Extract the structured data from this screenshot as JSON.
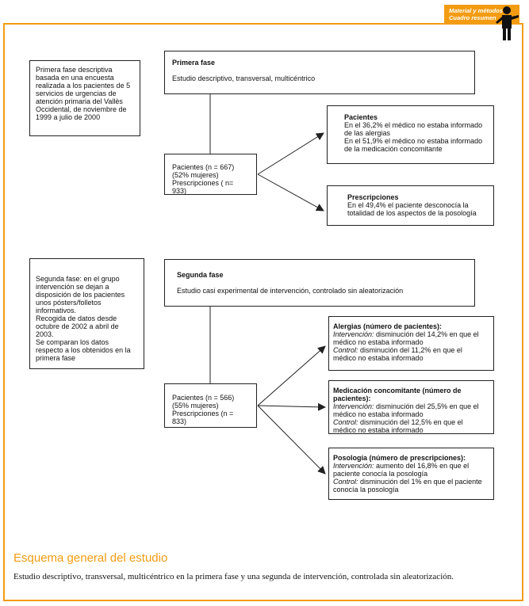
{
  "header": {
    "tag_line1": "Material y métodos",
    "tag_line2": "Cuadro resumen",
    "person_icon": "standing-man-icon"
  },
  "phase1": {
    "context": "Primera fase descriptiva basada en una encuesta realizada a los pacientes de 5 servicios de urgencias de atención primaria del Vallès Occidental, de noviembre de 1999 a julio de 2000",
    "title": "Primera fase",
    "subtitle": "Estudio descriptivo, transversal, multicéntrico",
    "sample_line1": "Pacientes (n = 667)",
    "sample_line2": "(52% mujeres)",
    "sample_line3": "Prescripciones ( n= 933)",
    "pacientes_title": "Pacientes",
    "pacientes_line1": "En el 36,2% el médico no estaba informado de las alergias",
    "pacientes_line2": "En el 51,9% el médico no estaba informado de la medicación concomitante",
    "prescripciones_title": "Prescripciones",
    "prescripciones_line1": "En el 49,4% el paciente desconocía la totalidad de los aspectos de la posología"
  },
  "phase2": {
    "context_line1": "Segunda fase: en el grupo intervención se dejan a disposición de los pacientes unos pósters/folletos informativos.",
    "context_line2": "Recogida de datos desde octubre de 2002 a abril de 2003.",
    "context_line3": "Se comparan los datos respecto a los obtenidos en la primera fase",
    "title": "Segunda fase",
    "subtitle": "Estudio casi experimental de intervención, controlado sin aleatorización",
    "sample_line1": "Pacientes (n = 566)",
    "sample_line2": "(55% mujeres)",
    "sample_line3": "Prescripciones (n = 833)",
    "alergias_title": "Alergias (número de pacientes):",
    "alergias_int_label": "Intervención:",
    "alergias_int_text": " disminución del 14,2% en que el médico no estaba informado",
    "alergias_ctl_label": "Control:",
    "alergias_ctl_text": " disminución del 11,2% en que el médico no estaba informado",
    "medicacion_title": "Medicación concomitante (número de pacientes):",
    "medicacion_int_label": "Intervención:",
    "medicacion_int_text": " disminución del 25,5% en que el médico no estaba informado",
    "medicacion_ctl_label": "Control:",
    "medicacion_ctl_text": " disminución del 12,5% en que el médico no estaba informado",
    "posologia_title": "Posología (número de prescripciones):",
    "posologia_int_label": "Intervención:",
    "posologia_int_text": " aumento del 16,8% en que el paciente conocía la posología",
    "posologia_ctl_label": "Control:",
    "posologia_ctl_text": " disminución del 1% en que el paciente conocía la posología"
  },
  "caption": {
    "title": "Esquema general del estudio",
    "text": "Estudio descriptivo, transversal, multicéntrico en la primera fase y una segunda de intervención, controlada sin aleatorización."
  },
  "colors": {
    "accent": "#f39c12",
    "line": "#222222"
  }
}
